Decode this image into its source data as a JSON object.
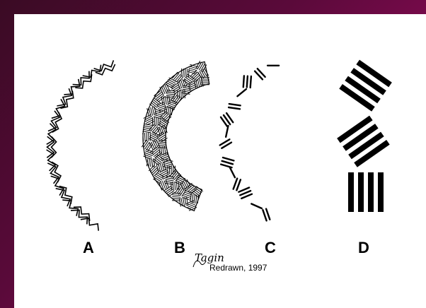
{
  "figure": {
    "panel_labels": [
      "A",
      "B",
      "C",
      "D"
    ],
    "signature": "Tagin",
    "credit": "Redrawn, 1997"
  },
  "colors": {
    "background_start": "#3a0b24",
    "background_end": "#a5105f",
    "panel": "#ffffff",
    "ink": "#000000"
  }
}
